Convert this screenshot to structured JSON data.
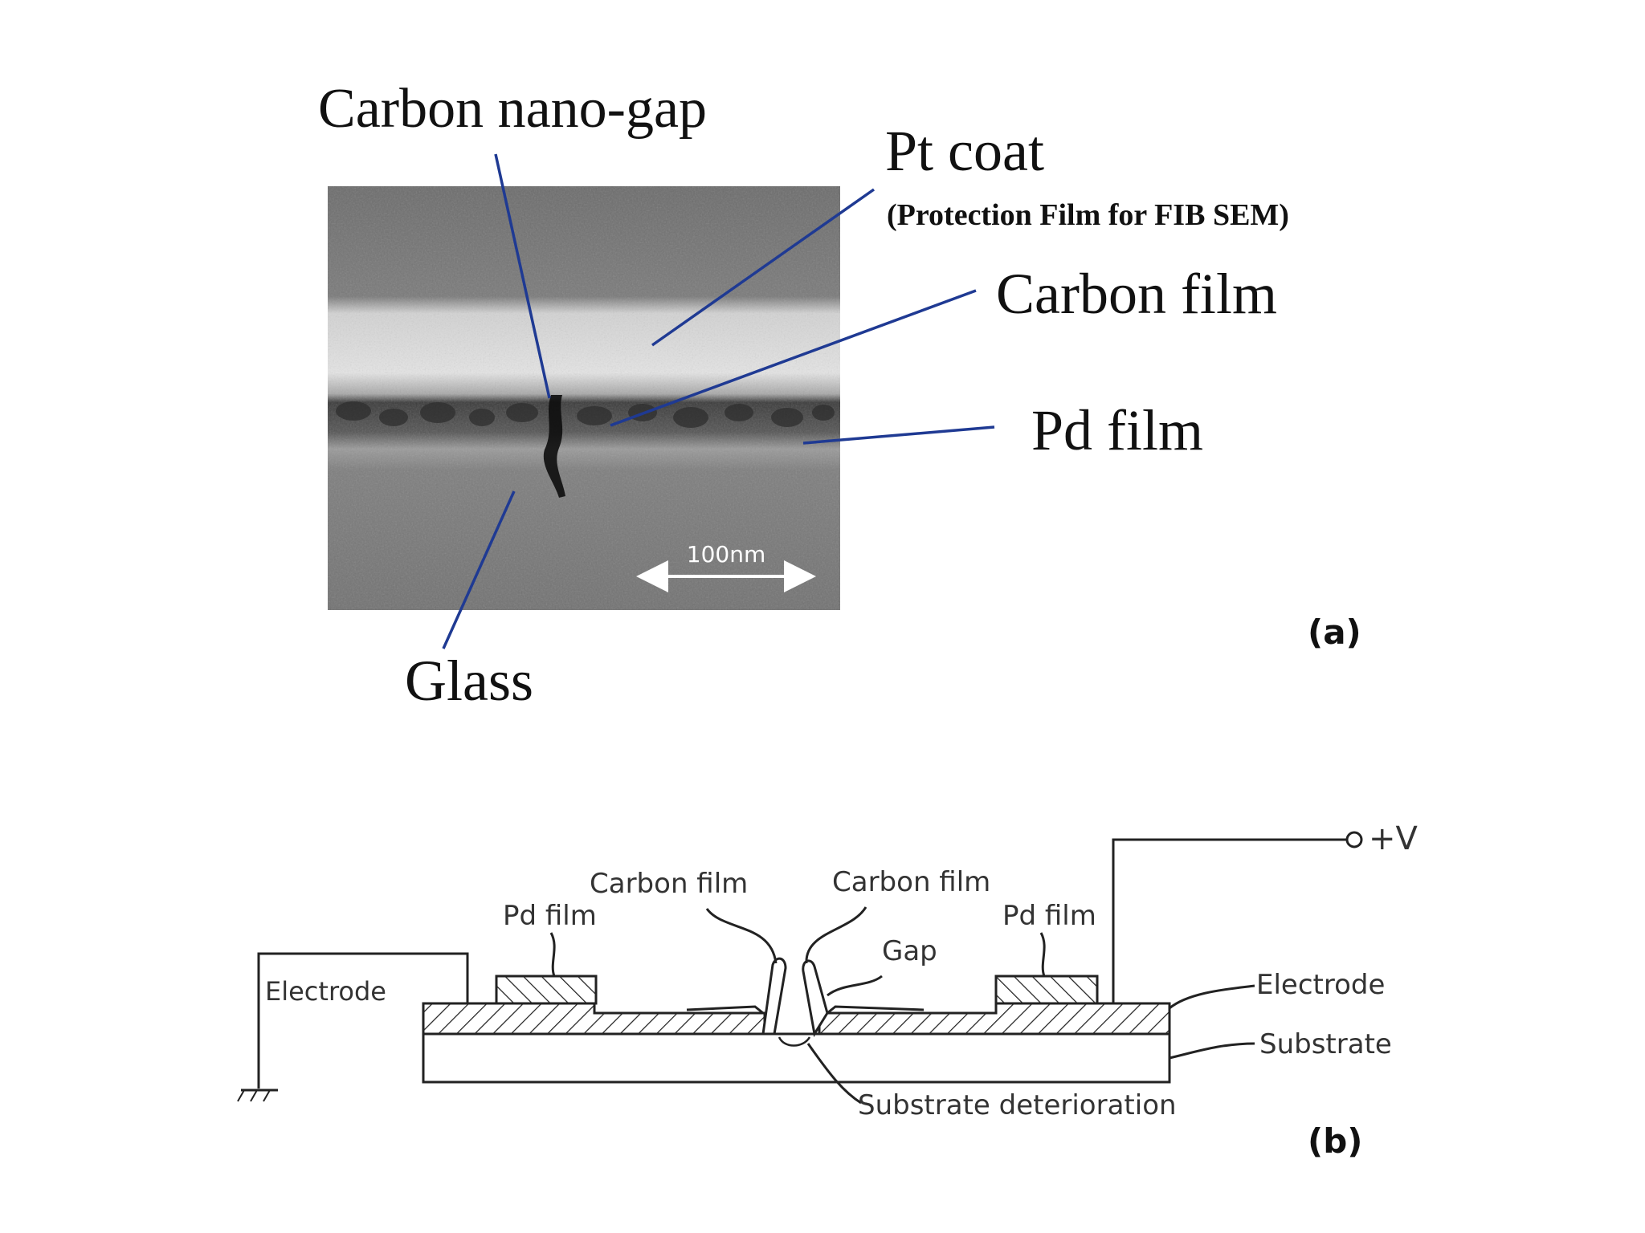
{
  "panel_a": {
    "labels": {
      "carbon_nano_gap": "Carbon nano-gap",
      "pt_coat": "Pt coat",
      "protection_film": "(Protection Film for FIB SEM)",
      "carbon_film": "Carbon film",
      "pd_film": "Pd film",
      "glass": "Glass",
      "scale_bar": "100nm"
    },
    "panel_label": "(a)",
    "colors": {
      "leader_lines": "#1f3a93"
    }
  },
  "panel_b": {
    "labels": {
      "carbon_film_left": "Carbon film",
      "carbon_film_right": "Carbon film",
      "pd_film_left": "Pd film",
      "pd_film_right": "Pd film",
      "gap": "Gap",
      "electrode_left": "Electrode",
      "electrode_right": "Electrode",
      "substrate": "Substrate",
      "substrate_deterioration": "Substrate deterioration",
      "voltage": "+V"
    },
    "panel_label": "(b)"
  }
}
